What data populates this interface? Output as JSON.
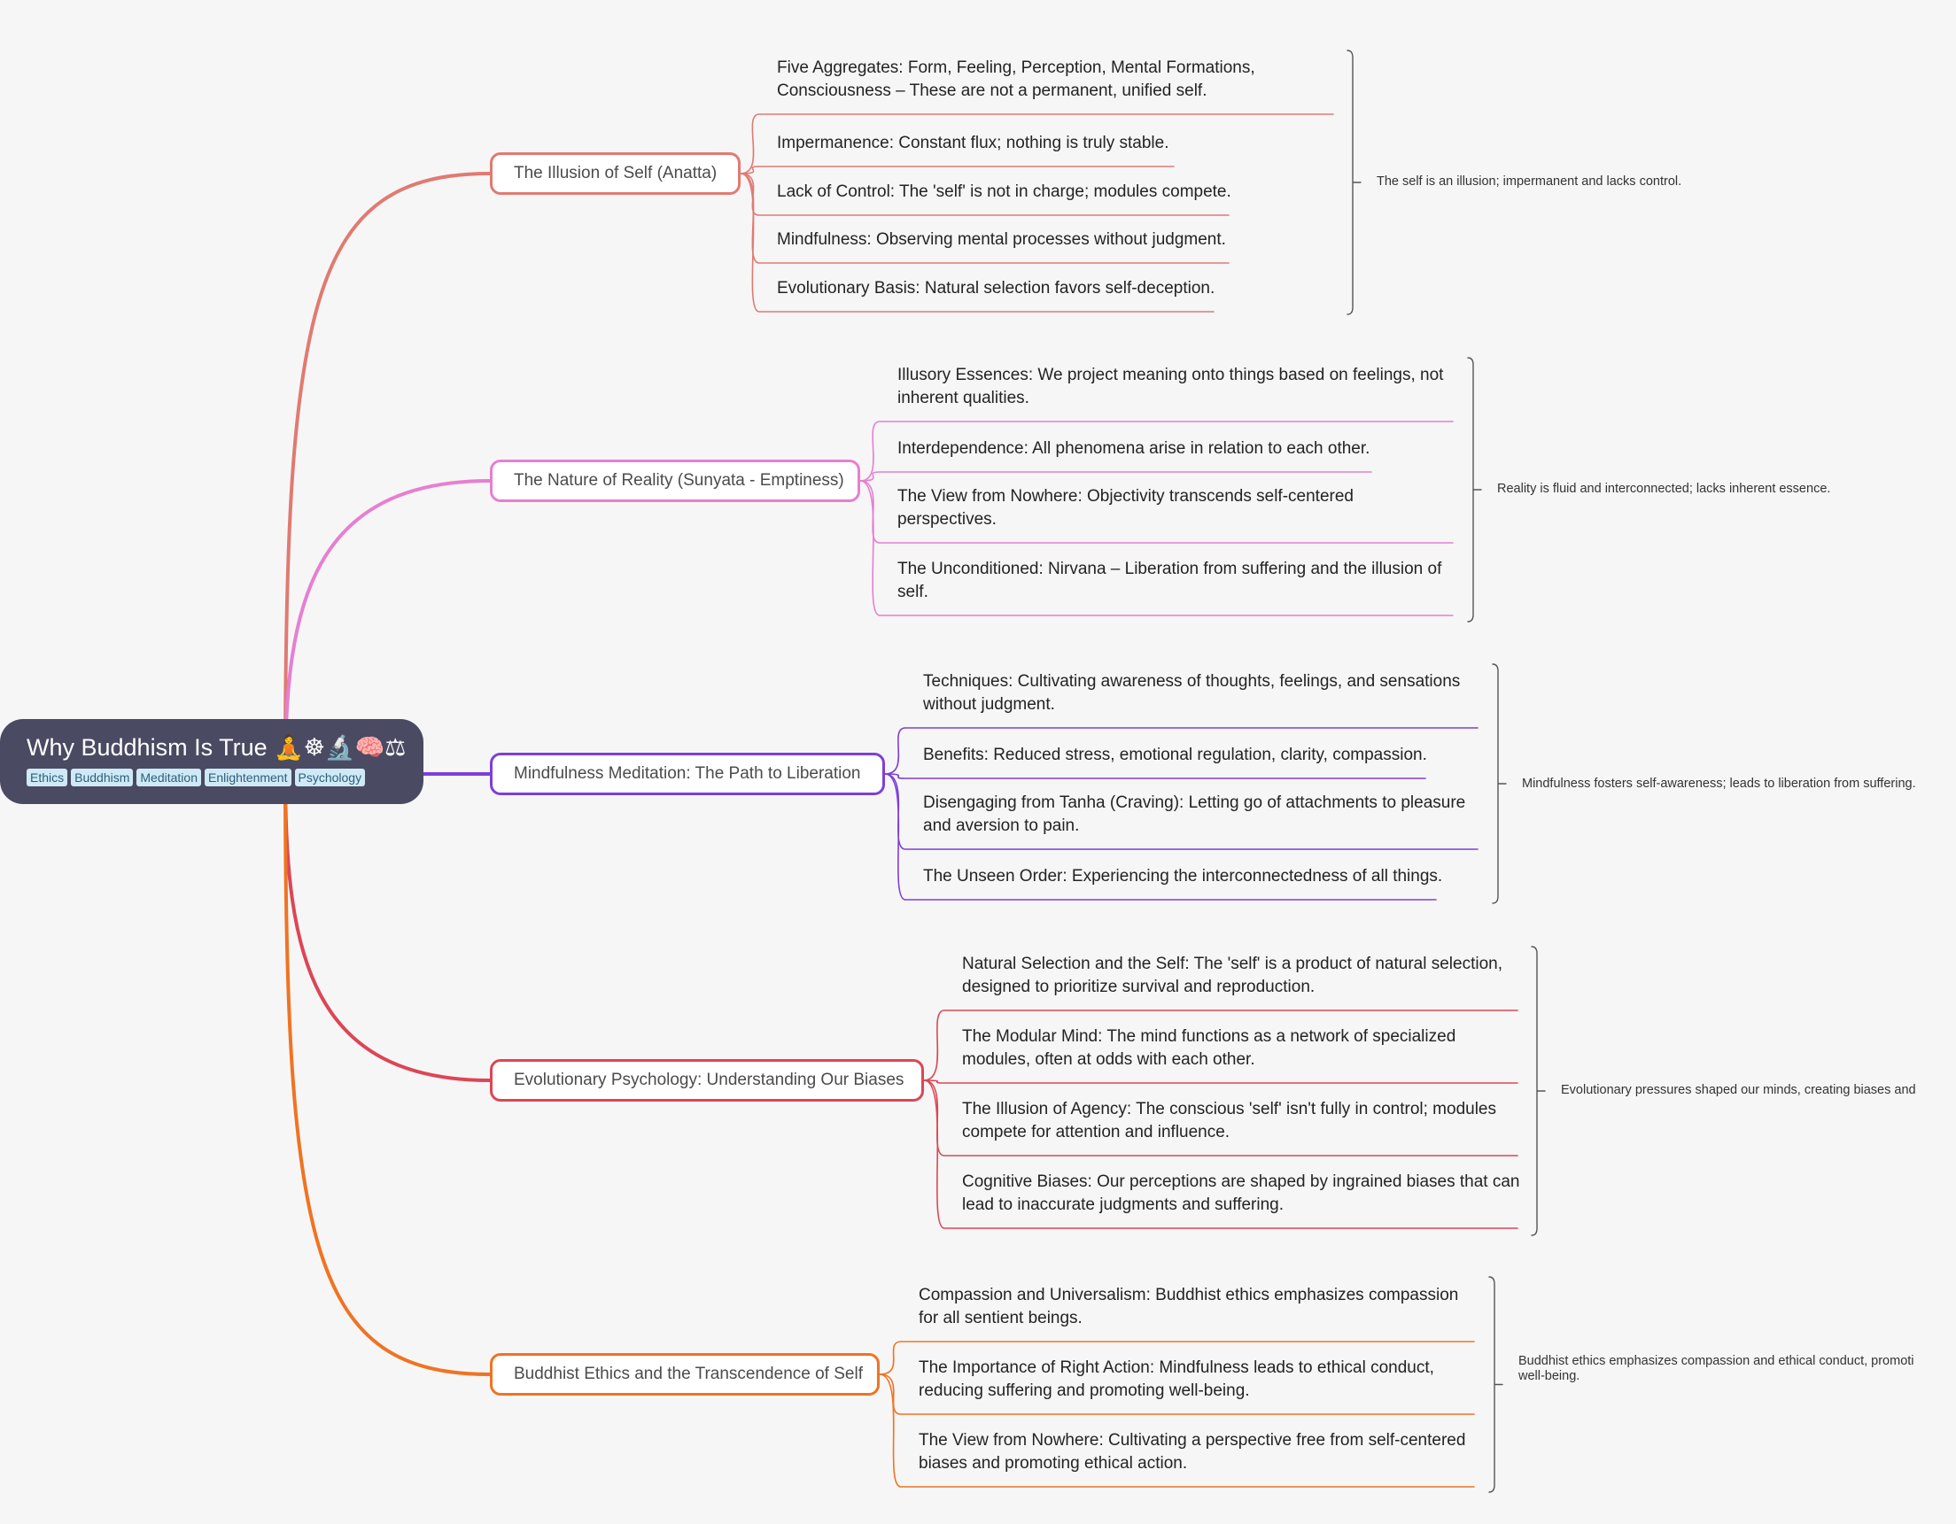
{
  "root": {
    "title": "Why Buddhism Is True 🧘☸🔬🧠⚖",
    "tags": [
      "Ethics",
      "Buddhism",
      "Meditation",
      "Enlightenment",
      "Psychology"
    ]
  },
  "branches": [
    {
      "label": "The Illusion of Self (Anatta)",
      "color": "#e07a72",
      "children": [
        [
          "Five Aggregates: Form, Feeling, Perception, Mental Formations,",
          "Consciousness –  These are not a permanent, unified self."
        ],
        [
          "Impermanence:  Constant flux; nothing is truly stable."
        ],
        [
          "Lack of Control: The 'self' is not in charge; modules compete."
        ],
        [
          "Mindfulness: Observing mental processes without judgment."
        ],
        [
          "Evolutionary Basis: Natural selection favors self-deception."
        ]
      ],
      "summary": [
        "The self is an illusion; impermanent and lacks control."
      ]
    },
    {
      "label": "The Nature of Reality (Sunyata - Emptiness)",
      "color": "#e67fd1",
      "children": [
        [
          "Illusory Essences: We project meaning onto things based on feelings, not",
          "inherent qualities."
        ],
        [
          "Interdependence: All phenomena arise in relation to each other."
        ],
        [
          "The View from Nowhere: Objectivity transcends self-centered",
          "perspectives."
        ],
        [
          "The Unconditioned: Nirvana – Liberation from suffering and the illusion of",
          "self."
        ]
      ],
      "summary": [
        "Reality is fluid and interconnected; lacks inherent essence."
      ]
    },
    {
      "label": "Mindfulness Meditation: The Path to Liberation",
      "color": "#7d3fd9",
      "children": [
        [
          "Techniques: Cultivating awareness of thoughts, feelings, and sensations",
          "without judgment."
        ],
        [
          "Benefits: Reduced stress, emotional regulation, clarity, compassion."
        ],
        [
          "Disengaging from Tanha (Craving): Letting go of attachments to pleasure",
          "and aversion to pain."
        ],
        [
          "The Unseen Order: Experiencing the interconnectedness of all things."
        ]
      ],
      "summary": [
        "Mindfulness fosters self-awareness; leads to liberation from suffering."
      ]
    },
    {
      "label": "Evolutionary Psychology: Understanding Our Biases",
      "color": "#dc4655",
      "children": [
        [
          "Natural Selection and the Self:  The 'self' is a product of natural selection,",
          "designed to prioritize survival and reproduction."
        ],
        [
          "The Modular Mind: The mind functions as a network of specialized",
          "modules, often at odds with each other."
        ],
        [
          "The Illusion of Agency: The conscious 'self' isn't fully in control; modules",
          "compete for attention and influence."
        ],
        [
          "Cognitive Biases:  Our perceptions are shaped by ingrained biases that can",
          "lead to inaccurate judgments and suffering."
        ]
      ],
      "summary": [
        "Evolutionary pressures shaped our minds, creating biases and"
      ]
    },
    {
      "label": "Buddhist Ethics and the Transcendence of Self",
      "color": "#f07322",
      "children": [
        [
          "Compassion and Universalism:  Buddhist ethics emphasizes compassion",
          "for all sentient beings."
        ],
        [
          "The Importance of Right Action:  Mindfulness leads to ethical conduct,",
          "reducing suffering and promoting well-being."
        ],
        [
          "The View from Nowhere:  Cultivating a perspective free from self-centered",
          "biases and promoting ethical action."
        ]
      ],
      "summary": [
        "Buddhist ethics emphasizes compassion and ethical conduct, promoti",
        "well-being."
      ]
    }
  ]
}
